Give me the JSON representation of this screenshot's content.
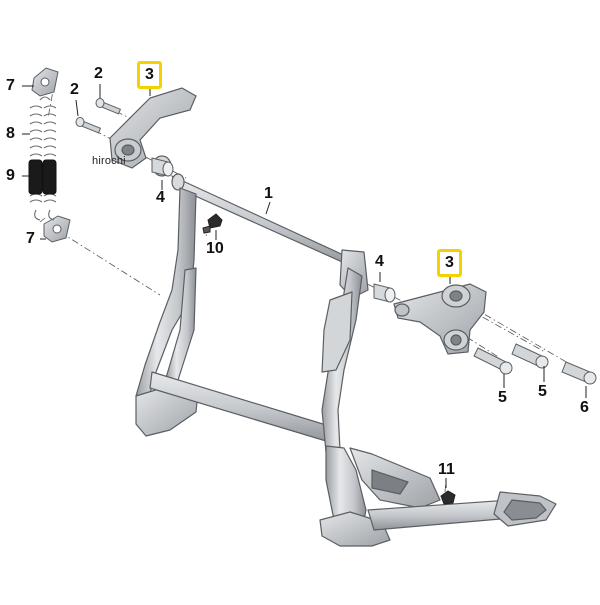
{
  "diagram": {
    "watermark": "hirochi",
    "callouts": {
      "c1": "1",
      "c2a": "2",
      "c2b": "2",
      "c3a": "3",
      "c3b": "3",
      "c4a": "4",
      "c4b": "4",
      "c5a": "5",
      "c5b": "5",
      "c6": "6",
      "c7a": "7",
      "c7b": "7",
      "c8": "8",
      "c9": "9",
      "c10": "10",
      "c11": "11"
    },
    "colors": {
      "highlight": "#f2d300",
      "frame": "#c9ccd0",
      "frame_shadow": "#8e9297",
      "outline": "#5b5f63",
      "spring": "#6b6e72",
      "sleeve": "#1a1a1a"
    }
  }
}
